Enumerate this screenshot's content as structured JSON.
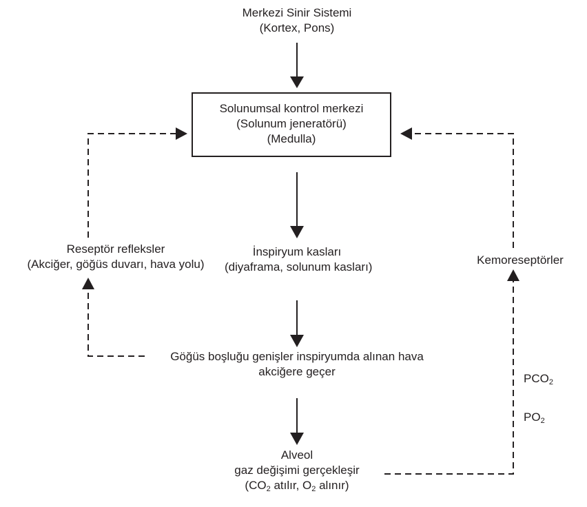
{
  "nodes": {
    "cns": {
      "line1": "Merkezi Sinir Sistemi",
      "line2": "(Kortex, Pons)"
    },
    "control_center": {
      "line1": "Solunumsal kontrol merkezi",
      "line2": "(Solunum jeneratörü)",
      "line3": "(Medulla)"
    },
    "receptor_reflexes": {
      "line1": "Reseptör refleksler",
      "line2": "(Akciğer, göğüs duvarı, hava yolu)"
    },
    "inspiratory_muscles": {
      "line1": "İnspiryum kasları",
      "line2": "(diyaframa, solunum kasları)"
    },
    "chemoreceptors": {
      "line1": "Kemoreseptörler"
    },
    "chest_expansion": {
      "line1": "Göğüs boşluğu genişler inspiryumda alınan hava",
      "line2": "akciğere geçer"
    },
    "alveolus": {
      "line1": "Alveol",
      "line2": "gaz değişimi gerçekleşir",
      "line3_a": "(CO",
      "line3_a_sub": "2",
      "line3_b": " atılır, O",
      "line3_b_sub": "2",
      "line3_c": " alınır)"
    }
  },
  "signals": {
    "pco2": {
      "text": "PCO",
      "sub": "2"
    },
    "po2": {
      "text": "PO",
      "sub": "2"
    }
  },
  "colors": {
    "ink": "#231f20",
    "background": "#ffffff"
  }
}
